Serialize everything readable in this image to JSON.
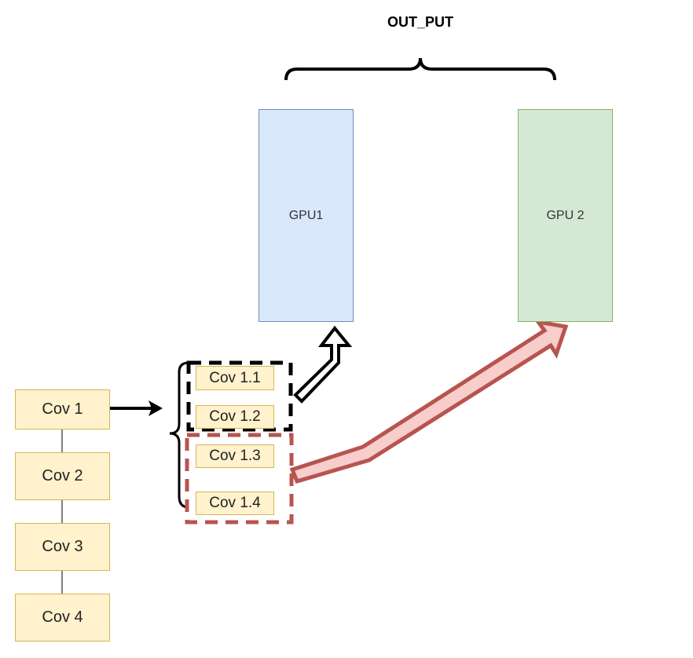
{
  "output_label": "OUT_PUT",
  "gpus": [
    {
      "label": "GPU1",
      "fill": "#dae8fc",
      "stroke": "#6c8ebf"
    },
    {
      "label": "GPU 2",
      "fill": "#d5e8d4",
      "stroke": "#82b366"
    }
  ],
  "layers": [
    "Cov 1",
    "Cov 2",
    "Cov 3",
    "Cov 4"
  ],
  "sublayers": [
    "Cov 1.1",
    "Cov 1.2",
    "Cov 1.3",
    "Cov 1.4"
  ],
  "colors": {
    "layer_fill": "#fff2cc",
    "layer_stroke": "#d6b656",
    "group2_stroke": "#b85450",
    "arrow2_fill": "#f8cecc"
  }
}
